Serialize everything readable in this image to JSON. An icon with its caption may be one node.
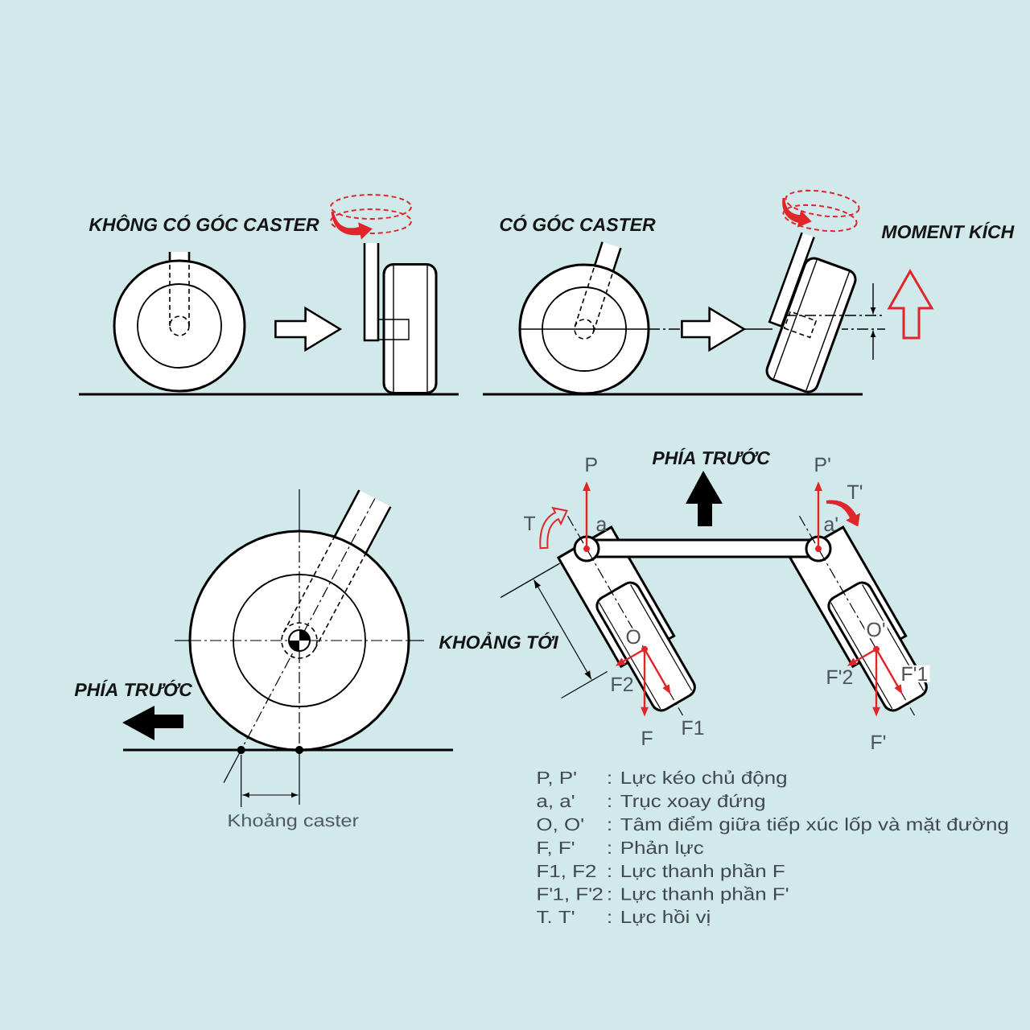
{
  "diagram": {
    "nodes": [
      {
        "text": [],
        "shape": "picture"
      },
      {
        "text": [],
        "shape": "picture"
      },
      {
        "text": [],
        "shape": "picture"
      },
      {
        "text": [],
        "shape": "picture"
      }
    ],
    "edges": [
      {
        "from": 0,
        "to": 1,
        "arrow": "to"
      },
      {
        "from": 2,
        "to": 3,
        "arrow": "to"
      }
    ],
    "labels": [
      "KHÔNG CÓ GÓC CASTER",
      "CÓ GÓC CASTER",
      "MOMENT KÍCH",
      "PHÍA TRƯỚC",
      "Khoảng caster",
      "KHOẢNG TỚI",
      "PHÍA TRƯỚC",
      "P",
      "P'",
      "T",
      "T'",
      "a",
      "a'",
      "O",
      "O'",
      "F2",
      "F1",
      "F",
      "F'2",
      "F'1",
      "F'",
      "P, P'",
      ": Lực kéo chủ động",
      "a, a'",
      ": Trục xoay đứng",
      "O, O'",
      ": Tâm điểm giữa tiếp xúc lốp và mặt đường",
      "F, F'",
      ": Phản lực",
      "F1, F2",
      ": Lực thanh phần F",
      "F'1, F'2",
      ": Lực thanh phần F'",
      "T. T'",
      ": Lực hồi vị"
    ]
  }
}
